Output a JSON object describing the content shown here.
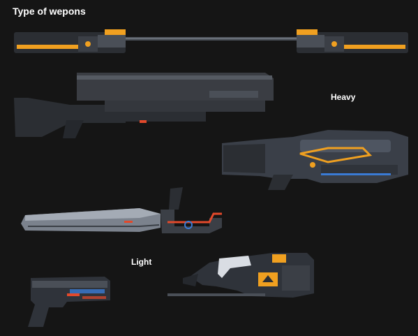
{
  "page": {
    "title": "Type of wepons",
    "sections": [
      {
        "label": "Heavy"
      },
      {
        "label": "Light"
      }
    ],
    "weapon_illustrations": [
      "double-ended-staff-weapon-icon",
      "sniper-rifle-icon",
      "heavy-assault-rifle-icon",
      "energy-sword-icon",
      "pistol-icon",
      "compact-blaster-icon"
    ]
  },
  "colors": {
    "background": "#151515",
    "metal_dark": "#2b2e33",
    "metal_mid": "#4a4f57",
    "metal_light": "#8a9099",
    "accent_orange": "#f0a020",
    "accent_red": "#e2492b",
    "accent_blue": "#3a7bd5"
  }
}
